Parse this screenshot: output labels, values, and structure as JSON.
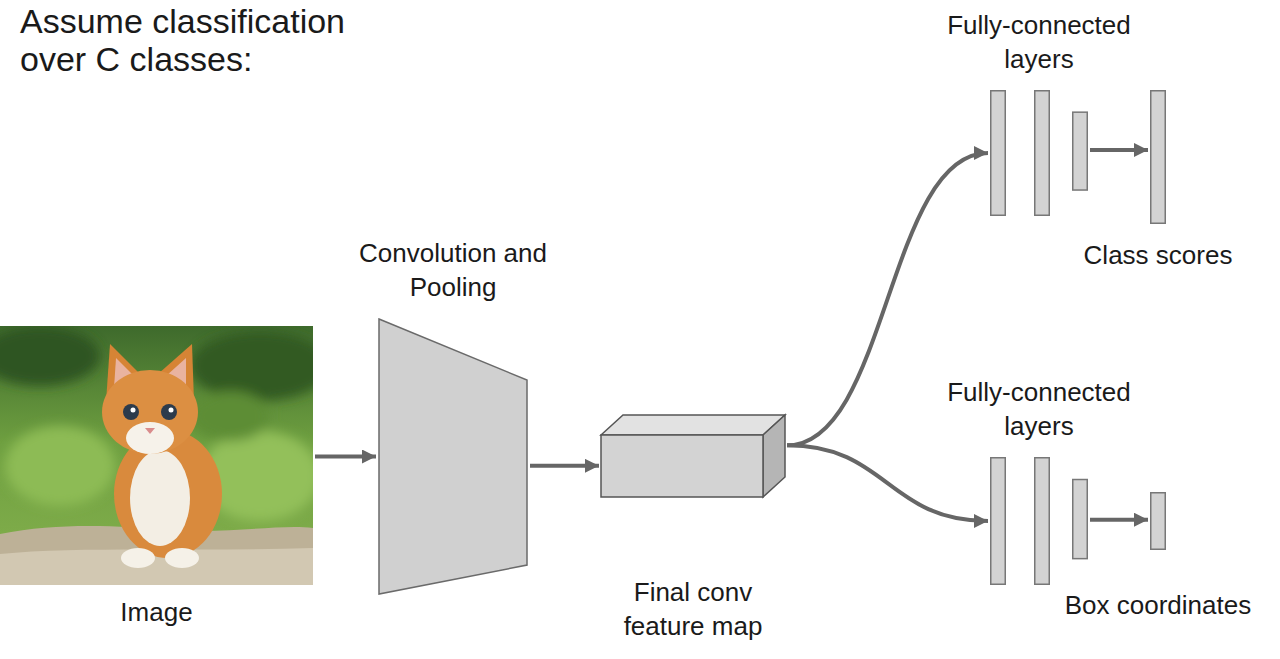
{
  "diagram": {
    "title": "Assume classification over C classes:",
    "nodes": [
      {
        "text": [
          "Image"
        ]
      },
      {
        "text": [
          "Convolution and Pooling"
        ]
      },
      {
        "text": [
          "Final conv feature map"
        ]
      },
      {
        "text": [
          "Fully-connected layers"
        ]
      },
      {
        "text": [
          "Class scores"
        ]
      },
      {
        "text": [
          "Fully-connected layers"
        ]
      },
      {
        "text": [
          "Box coordinates"
        ]
      }
    ],
    "edges": [
      {
        "from": 0,
        "to": 1,
        "arrow": "to"
      },
      {
        "from": 1,
        "to": 2,
        "arrow": "to"
      },
      {
        "from": 2,
        "to": 3,
        "arrow": "to"
      },
      {
        "from": 2,
        "to": 5,
        "arrow": "to"
      },
      {
        "from": 3,
        "to": 4,
        "arrow": "to"
      },
      {
        "from": 5,
        "to": 6,
        "arrow": "to"
      }
    ]
  }
}
